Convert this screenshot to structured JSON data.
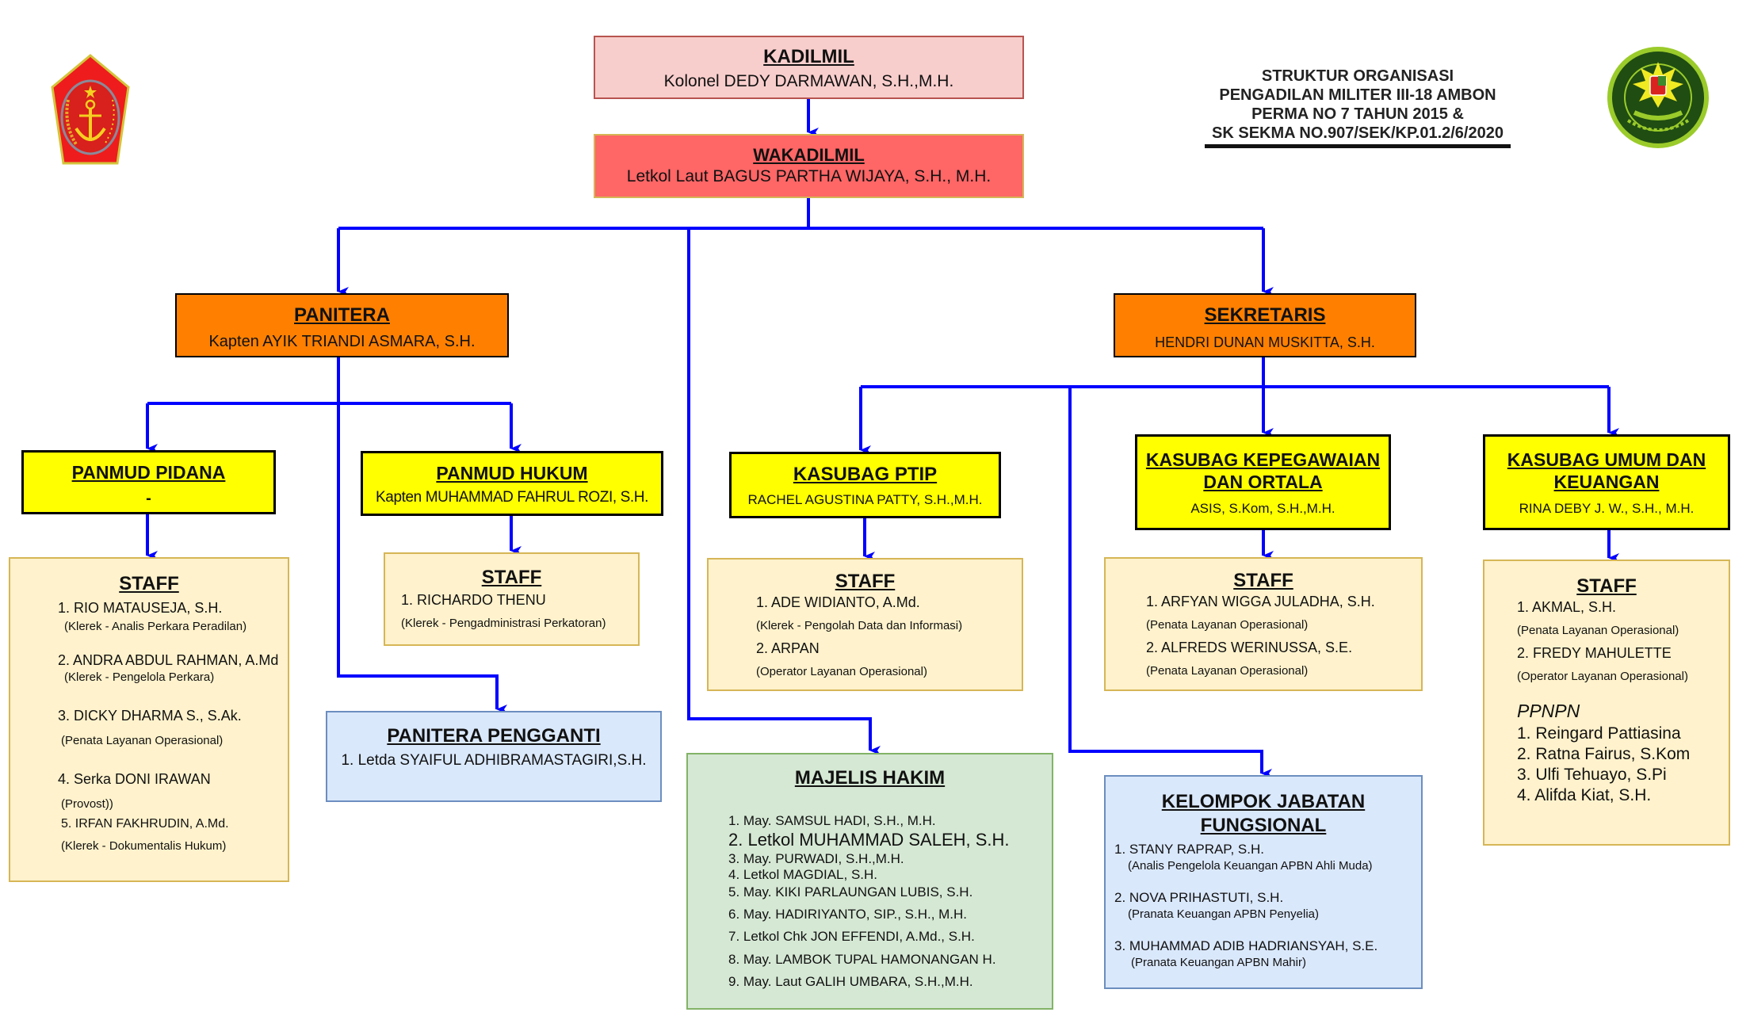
{
  "header": {
    "title_lines": [
      "STRUKTUR ORGANISASI",
      "PENGADILAN MILITER III-18 AMBON",
      "PERMA NO 7 TAHUN 2015 &",
      "SK SEKMA NO.907/SEK/KP.01.2/6/2020"
    ],
    "logo_left": "tni-emblem-icon",
    "logo_right": "pengadilan-militer-emblem-icon",
    "logo_right_ring_text": "PENGADILAN MILITER III-18 AMBON"
  },
  "colors": {
    "connector": "#0000ff",
    "kadilmil_fill": "#f8cecc",
    "wakadilmil_fill": "#ff6666",
    "level2_fill": "#ff8000",
    "level3_fill": "#ffff00",
    "staff_fill": "#fff2cc",
    "blue_fill": "#dae8fc",
    "green_fill": "#d5e8d4"
  },
  "nodes": {
    "kadilmil": {
      "title": "KADILMIL",
      "name": "Kolonel DEDY DARMAWAN, S.H.,M.H."
    },
    "wakadilmil": {
      "title": "WAKADILMIL",
      "name": "Letkol Laut BAGUS PARTHA WIJAYA, S.H., M.H."
    },
    "panitera": {
      "title": "PANITERA",
      "name": "Kapten AYIK TRIANDI ASMARA, S.H."
    },
    "sekretaris": {
      "title": "SEKRETARIS",
      "name": "HENDRI DUNAN MUSKITTA, S.H."
    },
    "panmud_pidana": {
      "title": "PANMUD PIDANA",
      "name": "-"
    },
    "panmud_hukum": {
      "title": "PANMUD HUKUM",
      "name": "Kapten MUHAMMAD FAHRUL ROZI, S.H."
    },
    "kasubag_ptip": {
      "title": "KASUBAG PTIP",
      "name": "RACHEL AGUSTINA PATTY, S.H.,M.H."
    },
    "kasubag_kepegawaian": {
      "title_line1": "KASUBAG KEPEGAWAIAN",
      "title_line2": "DAN ORTALA",
      "name": "ASIS, S.Kom, S.H.,M.H."
    },
    "kasubag_umum": {
      "title_line1": "KASUBAG UMUM DAN",
      "title_line2": "KEUANGAN",
      "name": "RINA DEBY J. W., S.H., M.H."
    },
    "staff_pidana": {
      "title": "STAFF",
      "members": [
        {
          "name": "1. RIO MATAUSEJA, S.H.",
          "role": "(Klerek - Analis Perkara Peradilan)"
        },
        {
          "name": "2. ANDRA ABDUL RAHMAN, A.Md",
          "role": "(Klerek - Pengelola Perkara)"
        },
        {
          "name": "3. DICKY DHARMA S., S.Ak.",
          "role": "(Penata Layanan Operasional)"
        },
        {
          "name": "4. Serka DONI IRAWAN",
          "role": "(Provost))"
        },
        {
          "name": "5. IRFAN FAKHRUDIN, A.Md.",
          "role": "(Klerek - Dokumentalis Hukum)"
        }
      ]
    },
    "staff_hukum": {
      "title": "STAFF",
      "members": [
        {
          "name": "1. RICHARDO THENU",
          "role": "(Klerek - Pengadministrasi Perkatoran)"
        }
      ]
    },
    "panitera_pengganti": {
      "title": "PANITERA PENGGANTI",
      "members": [
        "1. Letda SYAIFUL ADHIBRAMASTAGIRI,S.H."
      ]
    },
    "staff_ptip": {
      "title": "STAFF",
      "members": [
        {
          "name": "1. ADE WIDIANTO, A.Md.",
          "role": "(Klerek - Pengolah Data dan Informasi)"
        },
        {
          "name": "2. ARPAN",
          "role": "(Operator Layanan Operasional)"
        }
      ]
    },
    "staff_kepegawaian": {
      "title": "STAFF",
      "members": [
        {
          "name": "1. ARFYAN WIGGA JULADHA, S.H.",
          "role": "(Penata Layanan Operasional)"
        },
        {
          "name": "2. ALFREDS WERINUSSA, S.E.",
          "role": "(Penata Layanan Operasional)"
        }
      ]
    },
    "staff_umum": {
      "title": "STAFF",
      "members": [
        {
          "name": "1. AKMAL, S.H.",
          "role": "(Penata Layanan Operasional)"
        },
        {
          "name": "2. FREDY MAHULETTE",
          "role": "(Operator Layanan Operasional)"
        }
      ],
      "ppnpn_title": "PPNPN",
      "ppnpn": [
        "1. Reingard Pattiasina",
        "2. Ratna Fairus, S.Kom",
        "3. Ulfi Tehuayo, S.Pi",
        "4. Alifda Kiat, S.H."
      ]
    },
    "majelis_hakim": {
      "title": "MAJELIS HAKIM",
      "members": [
        "1. May. SAMSUL HADI, S.H., M.H.",
        "2. Letkol MUHAMMAD SALEH, S.H.",
        "3. May. PURWADI, S.H.,M.H.",
        "4. Letkol MAGDIAL, S.H.",
        "5. May. KIKI PARLAUNGAN LUBIS, S.H.",
        "6. May. HADIRIYANTO, SIP., S.H., M.H.",
        "7. Letkol Chk JON EFFENDI, A.Md., S.H.",
        "8. May. LAMBOK TUPAL HAMONANGAN H.",
        "9. May. Laut GALIH UMBARA, S.H.,M.H."
      ]
    },
    "kelompok_fungsional": {
      "title_line1": "KELOMPOK JABATAN",
      "title_line2": "FUNGSIONAL",
      "members": [
        {
          "name": "1. STANY RAPRAP, S.H.",
          "role": "(Analis Pengelola Keuangan APBN Ahli Muda)"
        },
        {
          "name": "2. NOVA PRIHASTUTI, S.H.",
          "role": "(Pranata Keuangan APBN Penyelia)"
        },
        {
          "name": "3.  MUHAMMAD ADIB HADRIANSYAH, S.E.",
          "role": "(Pranata Keuangan APBN Mahir)"
        }
      ]
    }
  }
}
